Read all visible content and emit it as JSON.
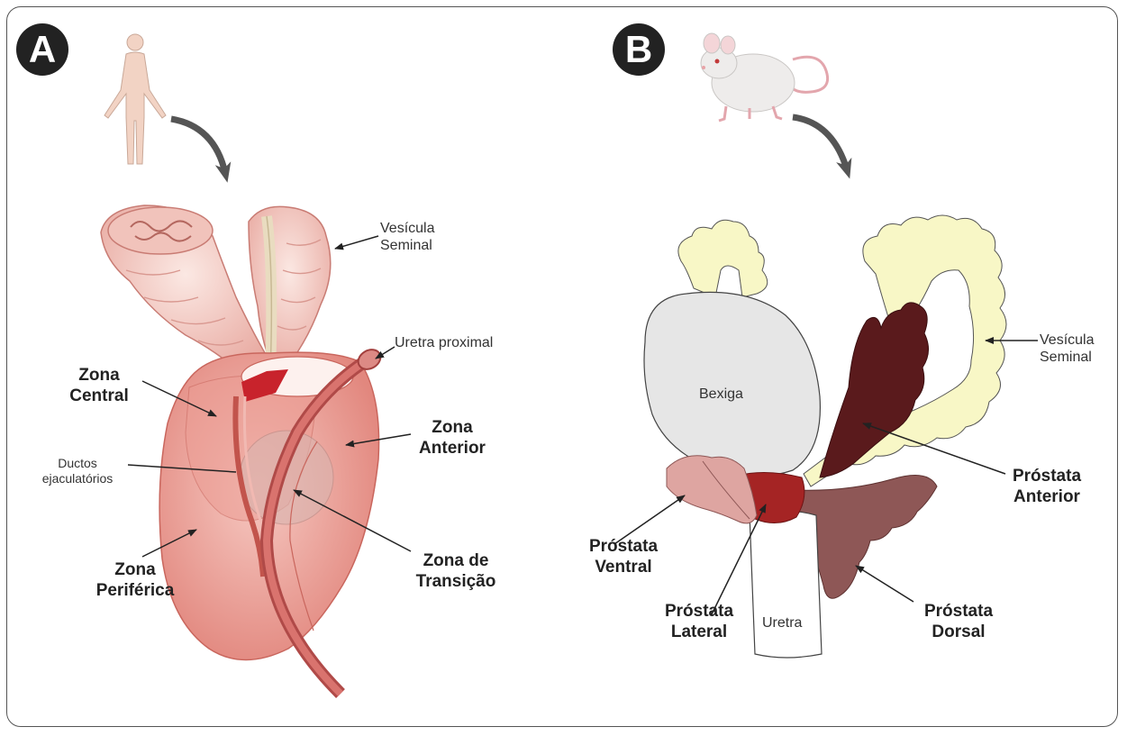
{
  "panel_a": {
    "badge": "A",
    "labels": {
      "vesicula_line1": "Vesícula",
      "vesicula_line2": "Seminal",
      "uretra_proximal": "Uretra proximal",
      "zona_central_line1": "Zona",
      "zona_central_line2": "Central",
      "zona_anterior_line1": "Zona",
      "zona_anterior_line2": "Anterior",
      "ductos_line1": "Ductos",
      "ductos_line2": "ejaculatórios",
      "zona_transicao_line1": "Zona de",
      "zona_transicao_line2": "Transição",
      "zona_periferica_line1": "Zona",
      "zona_periferica_line2": "Periférica"
    }
  },
  "panel_b": {
    "badge": "B",
    "labels": {
      "bexiga": "Bexiga",
      "uretra": "Uretra",
      "vesicula_line1": "Vesícula",
      "vesicula_line2": "Seminal",
      "prostata_anterior_line1": "Próstata",
      "prostata_anterior_line2": "Anterior",
      "prostata_ventral_line1": "Próstata",
      "prostata_ventral_line2": "Ventral",
      "prostata_lateral_line1": "Próstata",
      "prostata_lateral_line2": "Lateral",
      "prostata_dorsal_line1": "Próstata",
      "prostata_dorsal_line2": "Dorsal"
    }
  },
  "colors": {
    "prostate_human": "#eeaaa2",
    "seminal_vesicle_mouse": "#f8f7c6",
    "bladder": "#e6e6e6",
    "anterior_prostate": "#5a1a1c",
    "dorsal_prostate": "#8e5756",
    "lateral_prostate": "#a52424",
    "ventral_prostate": "#dea5a1"
  }
}
